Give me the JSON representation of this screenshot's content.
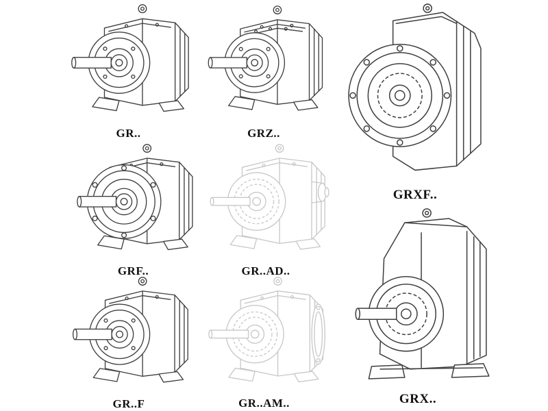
{
  "colors": {
    "line": "#3f3f3f",
    "faded-line": "#c8c8c8",
    "label": "#101010",
    "background": "#ffffff"
  },
  "figures": [
    {
      "id": "gr",
      "label": "GR.."
    },
    {
      "id": "grz",
      "label": "GRZ.."
    },
    {
      "id": "grxf",
      "label": "GRXF.."
    },
    {
      "id": "grf",
      "label": "GRF.."
    },
    {
      "id": "gr-ad",
      "label": "GR..AD.."
    },
    {
      "id": "gr-f",
      "label": "GR..F"
    },
    {
      "id": "gr-am",
      "label": "GR..AM.."
    },
    {
      "id": "grx",
      "label": "GRX.."
    }
  ]
}
